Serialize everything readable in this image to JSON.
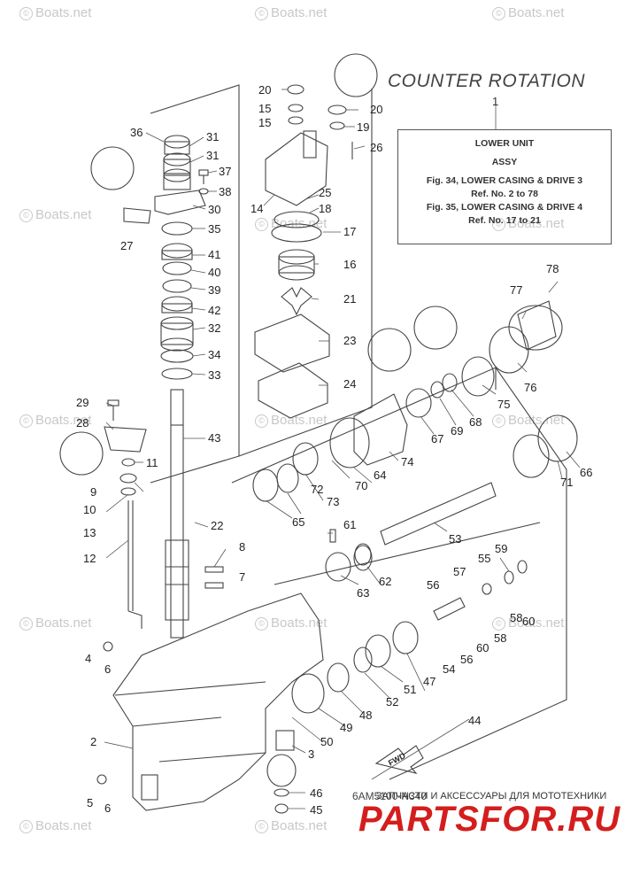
{
  "watermark": "Boats.net",
  "title": "COUNTER ROTATION",
  "info_box": {
    "ref": "1",
    "lines": [
      "LOWER UNIT",
      "ASSY",
      "Fig. 34, LOWER CASING & DRIVE 3",
      "Ref. No. 2 to 78",
      "Fig. 35, LOWER CASING & DRIVE 4",
      "Ref. No. 17 to 21"
    ]
  },
  "part_labels": [
    "36",
    "31",
    "31",
    "37",
    "38",
    "30",
    "27",
    "35",
    "41",
    "40",
    "39",
    "42",
    "32",
    "34",
    "33",
    "43",
    "29",
    "28",
    "11",
    "9",
    "10",
    "13",
    "12",
    "22",
    "8",
    "7",
    "4",
    "6",
    "2",
    "5",
    "6",
    "20",
    "15",
    "15",
    "20",
    "19",
    "26",
    "14",
    "25",
    "18",
    "17",
    "16",
    "21",
    "23",
    "24",
    "78",
    "77",
    "76",
    "75",
    "68",
    "69",
    "67",
    "74",
    "64",
    "70",
    "73",
    "72",
    "65",
    "71",
    "66",
    "53",
    "61",
    "63",
    "62",
    "59",
    "55",
    "57",
    "56",
    "60",
    "58",
    "58",
    "60",
    "56",
    "54",
    "47",
    "51",
    "52",
    "48",
    "49",
    "50",
    "3",
    "44",
    "46",
    "45"
  ],
  "fwd_label": "FWD",
  "code": "6AM5100-N340",
  "shop": {
    "tagline": "ЗАПЧАСТИ И АКСЕССУАРЫ ДЛЯ МОТОТЕХНИКИ",
    "brand": "PARTSFOR.RU"
  }
}
